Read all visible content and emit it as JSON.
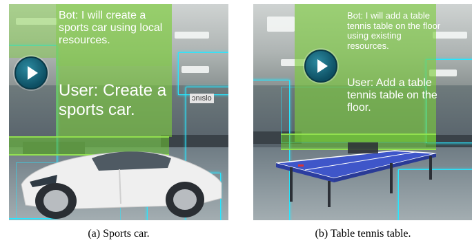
{
  "panels": {
    "a": {
      "bot_message": "Bot: I will create a sports car using local resources.",
      "user_message": "User: Create a sports car.",
      "wall_sign": "ɔnıslo",
      "caption": "(a) Sports car.",
      "play_button": "play-icon"
    },
    "b": {
      "bot_message": "Bot: I will add a table tennis table on the floor using existing resources.",
      "user_message": "User: Add a table tennis table on the floor.",
      "caption": "(b) Table tennis table.",
      "play_button": "play-icon"
    }
  },
  "colors": {
    "overlay_green": "#7dcd3c",
    "neon_cyan": "#28e6ff",
    "car_white": "#f2f2f2",
    "table_blue": "#3f56c9"
  }
}
